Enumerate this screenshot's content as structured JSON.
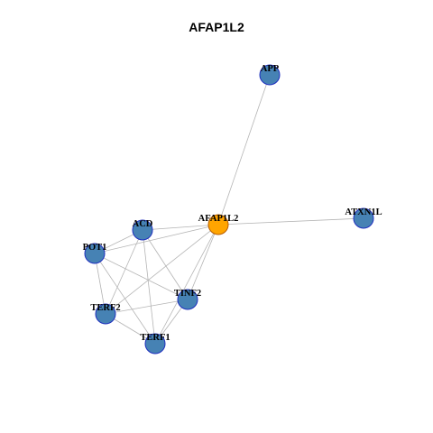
{
  "title": "AFAP1L2",
  "colors": {
    "background": "#ffffff",
    "edge": "#b4b4b4",
    "node_fill": "#4682b4",
    "node_stroke": "#1f2fbf",
    "hub_fill": "#ffa500",
    "hub_stroke": "#b85c00"
  },
  "nodes": [
    {
      "id": "APP",
      "label": "APP",
      "hub": false
    },
    {
      "id": "AFAP1L2",
      "label": "AFAP1L2",
      "hub": true
    },
    {
      "id": "ATXN1L",
      "label": "ATXN1L",
      "hub": false
    },
    {
      "id": "ACD",
      "label": "ACD",
      "hub": false
    },
    {
      "id": "POT1",
      "label": "POT1",
      "hub": false
    },
    {
      "id": "TINF2",
      "label": "TINF2",
      "hub": false
    },
    {
      "id": "TERF2",
      "label": "TERF2",
      "hub": false
    },
    {
      "id": "TERF1",
      "label": "TERF1",
      "hub": false
    }
  ],
  "edges": [
    [
      "AFAP1L2",
      "APP"
    ],
    [
      "AFAP1L2",
      "ATXN1L"
    ],
    [
      "AFAP1L2",
      "ACD"
    ],
    [
      "AFAP1L2",
      "POT1"
    ],
    [
      "AFAP1L2",
      "TINF2"
    ],
    [
      "AFAP1L2",
      "TERF2"
    ],
    [
      "AFAP1L2",
      "TERF1"
    ],
    [
      "ACD",
      "POT1"
    ],
    [
      "ACD",
      "TINF2"
    ],
    [
      "ACD",
      "TERF2"
    ],
    [
      "ACD",
      "TERF1"
    ],
    [
      "POT1",
      "TINF2"
    ],
    [
      "POT1",
      "TERF2"
    ],
    [
      "POT1",
      "TERF1"
    ],
    [
      "TINF2",
      "TERF2"
    ],
    [
      "TINF2",
      "TERF1"
    ],
    [
      "TERF2",
      "TERF1"
    ]
  ]
}
